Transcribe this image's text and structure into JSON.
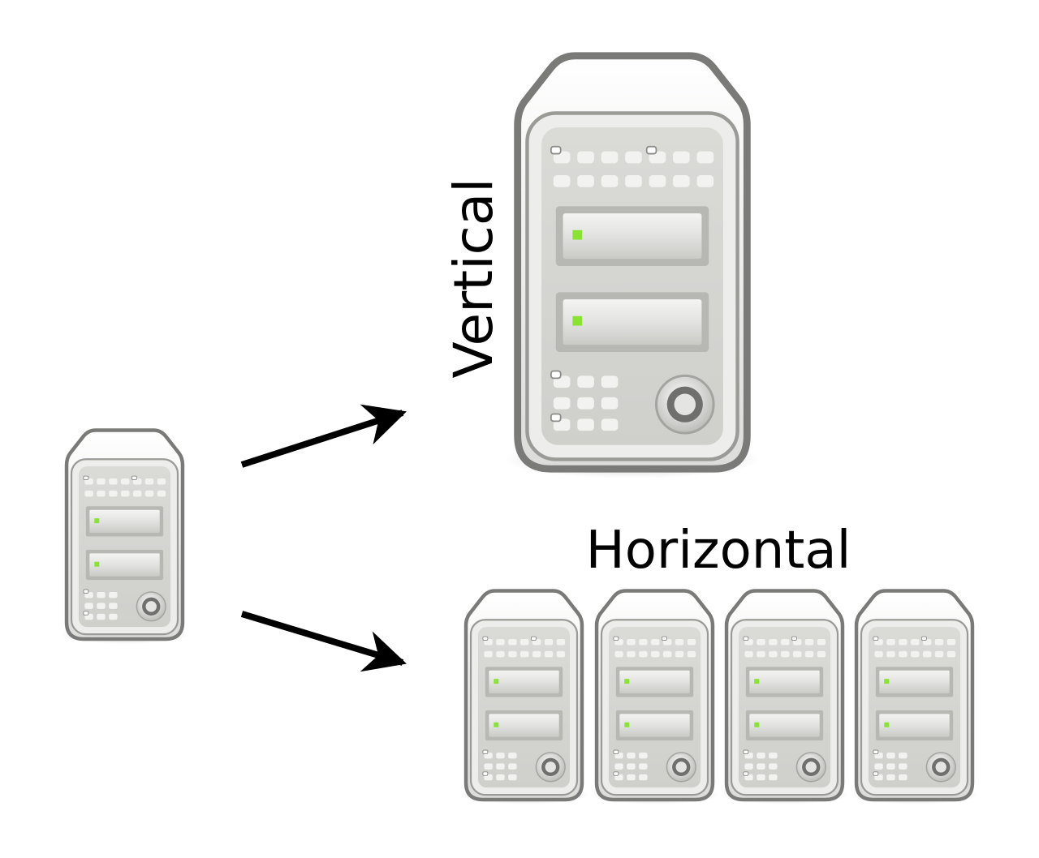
{
  "diagram": {
    "labels": {
      "vertical": "Vertical",
      "horizontal": "Horizontal"
    },
    "nodes": {
      "source": {
        "icon": "server-icon"
      },
      "vertical_target": {
        "icon": "server-icon"
      },
      "horizontal_targets": [
        {
          "icon": "server-icon"
        },
        {
          "icon": "server-icon"
        },
        {
          "icon": "server-icon"
        },
        {
          "icon": "server-icon"
        }
      ]
    },
    "edges": [
      {
        "from": "source",
        "to": "vertical_target",
        "icon": "arrow-icon"
      },
      {
        "from": "source",
        "to": "horizontal_targets",
        "icon": "arrow-icon"
      }
    ],
    "colors": {
      "arrow": "#000000",
      "server_outline": "#7a7a78",
      "server_body": "#e9e9e7",
      "led": "#8ae234"
    }
  }
}
